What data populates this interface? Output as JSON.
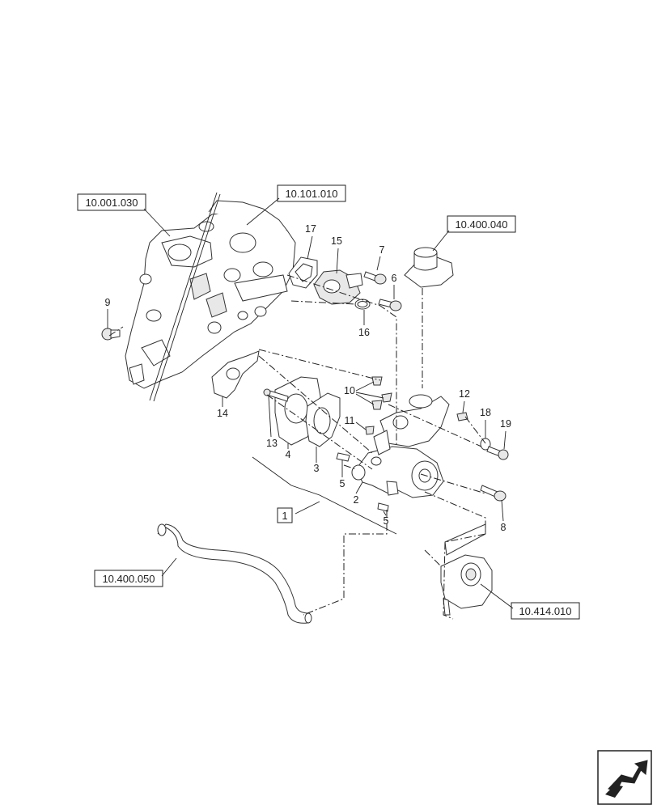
{
  "references": [
    {
      "id": "ref-10-001-030",
      "label": "10.001.030"
    },
    {
      "id": "ref-10-101-010",
      "label": "10.101.010"
    },
    {
      "id": "ref-10-400-040",
      "label": "10.400.040"
    },
    {
      "id": "ref-10-400-050",
      "label": "10.400.050"
    },
    {
      "id": "ref-10-414-010",
      "label": "10.414.010"
    }
  ],
  "assembly_label": "1",
  "callouts": {
    "c2": "2",
    "c3": "3",
    "c4": "4",
    "c5a": "5",
    "c5b": "5",
    "c6": "6",
    "c7": "7",
    "c8": "8",
    "c9": "9",
    "c10": "10",
    "c11": "11",
    "c12": "12",
    "c13": "13",
    "c14": "14",
    "c15": "15",
    "c16": "16",
    "c17": "17",
    "c18": "18",
    "c19": "19"
  }
}
